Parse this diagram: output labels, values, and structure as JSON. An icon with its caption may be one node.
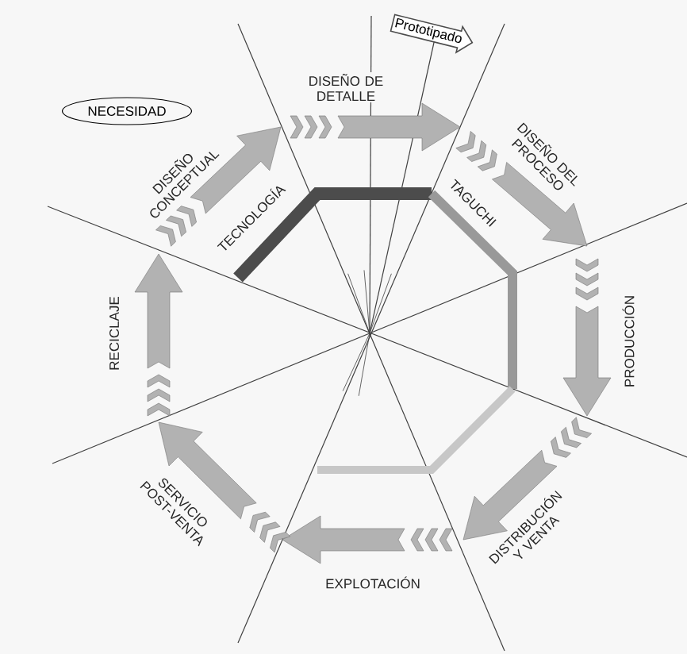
{
  "diagram": {
    "nodes": [
      {
        "text": [
          "NECESIDAD"
        ]
      },
      {
        "text": [
          "Prototipado"
        ]
      }
    ],
    "labels": [
      "DISEÑO DE DETALLE",
      "DISEÑO CONCEPTUAL",
      "DISEÑO DEL PROCESO",
      "TECNOLOGÍA",
      "TAGUCHI",
      "RECICLAJE",
      "PRODUCCIÓN",
      "SERVICIO POST-VENTA",
      "DISTRIBUCIÓN Y VENTA",
      "EXPLOTACIÓN"
    ]
  }
}
